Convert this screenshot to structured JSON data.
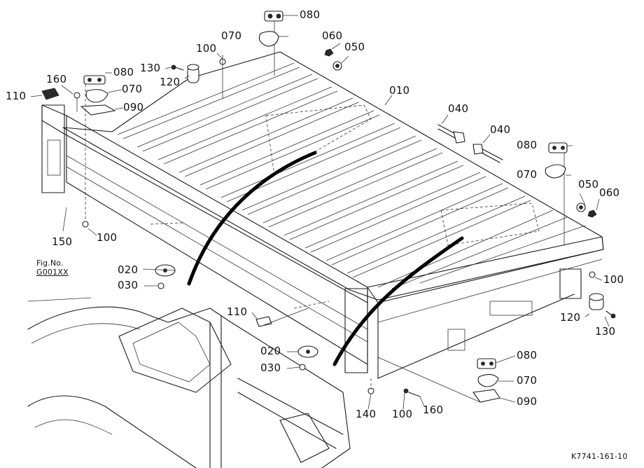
{
  "labels": [
    {
      "id": "p080a",
      "text": "080"
    },
    {
      "id": "p070a",
      "text": "070"
    },
    {
      "id": "p060a",
      "text": "060"
    },
    {
      "id": "p050a",
      "text": "050"
    },
    {
      "id": "p100a",
      "text": "100"
    },
    {
      "id": "p130a",
      "text": "130"
    },
    {
      "id": "p120a",
      "text": "120"
    },
    {
      "id": "p160a",
      "text": "160"
    },
    {
      "id": "p080b",
      "text": "080"
    },
    {
      "id": "p110a",
      "text": "110"
    },
    {
      "id": "p070b",
      "text": "070"
    },
    {
      "id": "p090a",
      "text": "090"
    },
    {
      "id": "p010",
      "text": "010"
    },
    {
      "id": "p040a",
      "text": "040"
    },
    {
      "id": "p040b",
      "text": "040"
    },
    {
      "id": "p080c",
      "text": "080"
    },
    {
      "id": "p070c",
      "text": "070"
    },
    {
      "id": "p050b",
      "text": "050"
    },
    {
      "id": "p060b",
      "text": "060"
    },
    {
      "id": "p150",
      "text": "150"
    },
    {
      "id": "p100b",
      "text": "100"
    },
    {
      "id": "p100c",
      "text": "100"
    },
    {
      "id": "p020a",
      "text": "020"
    },
    {
      "id": "p030a",
      "text": "030"
    },
    {
      "id": "p120b",
      "text": "120"
    },
    {
      "id": "p130b",
      "text": "130"
    },
    {
      "id": "p110b",
      "text": "110"
    },
    {
      "id": "p020b",
      "text": "020"
    },
    {
      "id": "p030b",
      "text": "030"
    },
    {
      "id": "p080d",
      "text": "080"
    },
    {
      "id": "p070d",
      "text": "070"
    },
    {
      "id": "p090b",
      "text": "090"
    },
    {
      "id": "p140",
      "text": "140"
    },
    {
      "id": "p100d",
      "text": "100"
    },
    {
      "id": "p160b",
      "text": "160"
    }
  ],
  "figure_ref": {
    "line1": "Fig.No.",
    "line2": "G001XX"
  },
  "drawing_code": "K7741-161-10"
}
